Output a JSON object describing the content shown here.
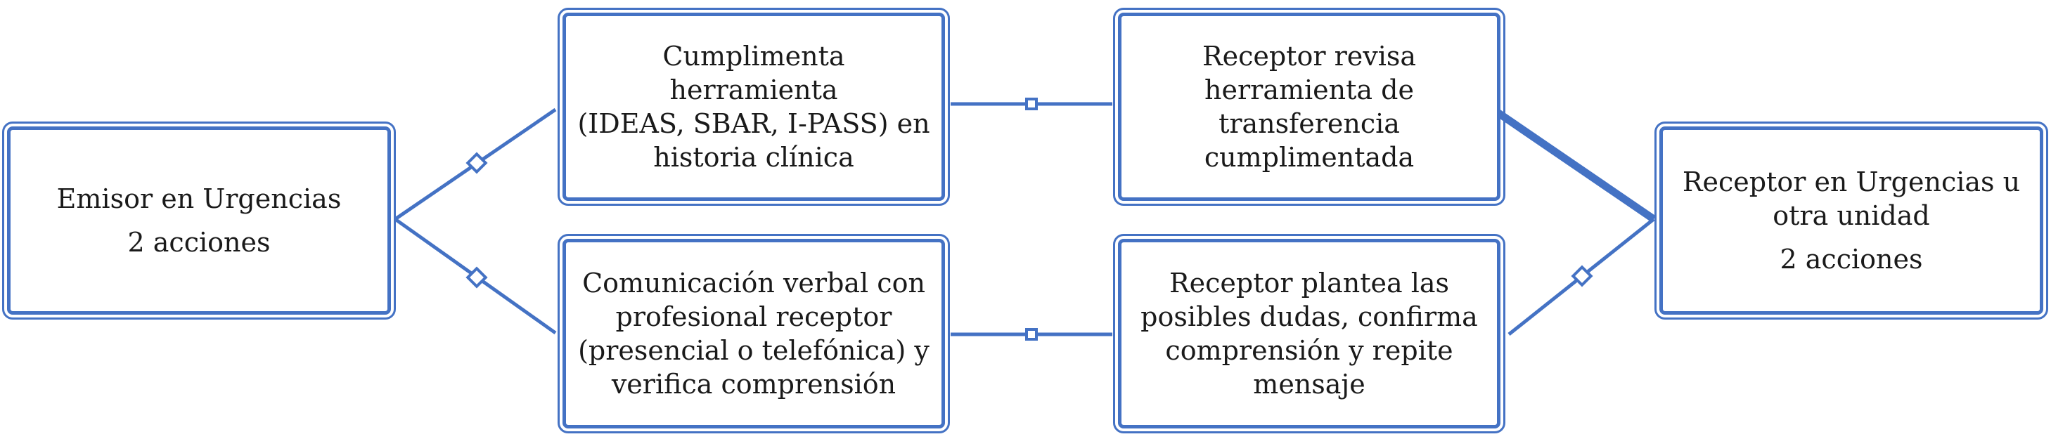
{
  "colors": {
    "accent": "#4472C4"
  },
  "nodes": {
    "emisor": {
      "line1": "Emisor en Urgencias",
      "line2": "2 acciones"
    },
    "cumplimenta": {
      "line1": "Cumplimenta herramienta",
      "line2": "(IDEAS, SBAR, I-PASS) en",
      "line3": "historia clínica"
    },
    "comunicacion": {
      "line1": "Comunicación verbal con",
      "line2": "profesional receptor",
      "line3": "(presencial o telefónica) y",
      "line4": "verifica comprensión"
    },
    "revisa": {
      "line1": "Receptor revisa",
      "line2": "herramienta de",
      "line3": "transferencia",
      "line4": "cumplimentada"
    },
    "plantea": {
      "line1": "Receptor plantea las",
      "line2": "posibles dudas, confirma",
      "line3": "comprensión y repite",
      "line4": "mensaje"
    },
    "receptor": {
      "line1": "Receptor en Urgencias u",
      "line2": "otra unidad",
      "line3": "2 acciones"
    }
  }
}
